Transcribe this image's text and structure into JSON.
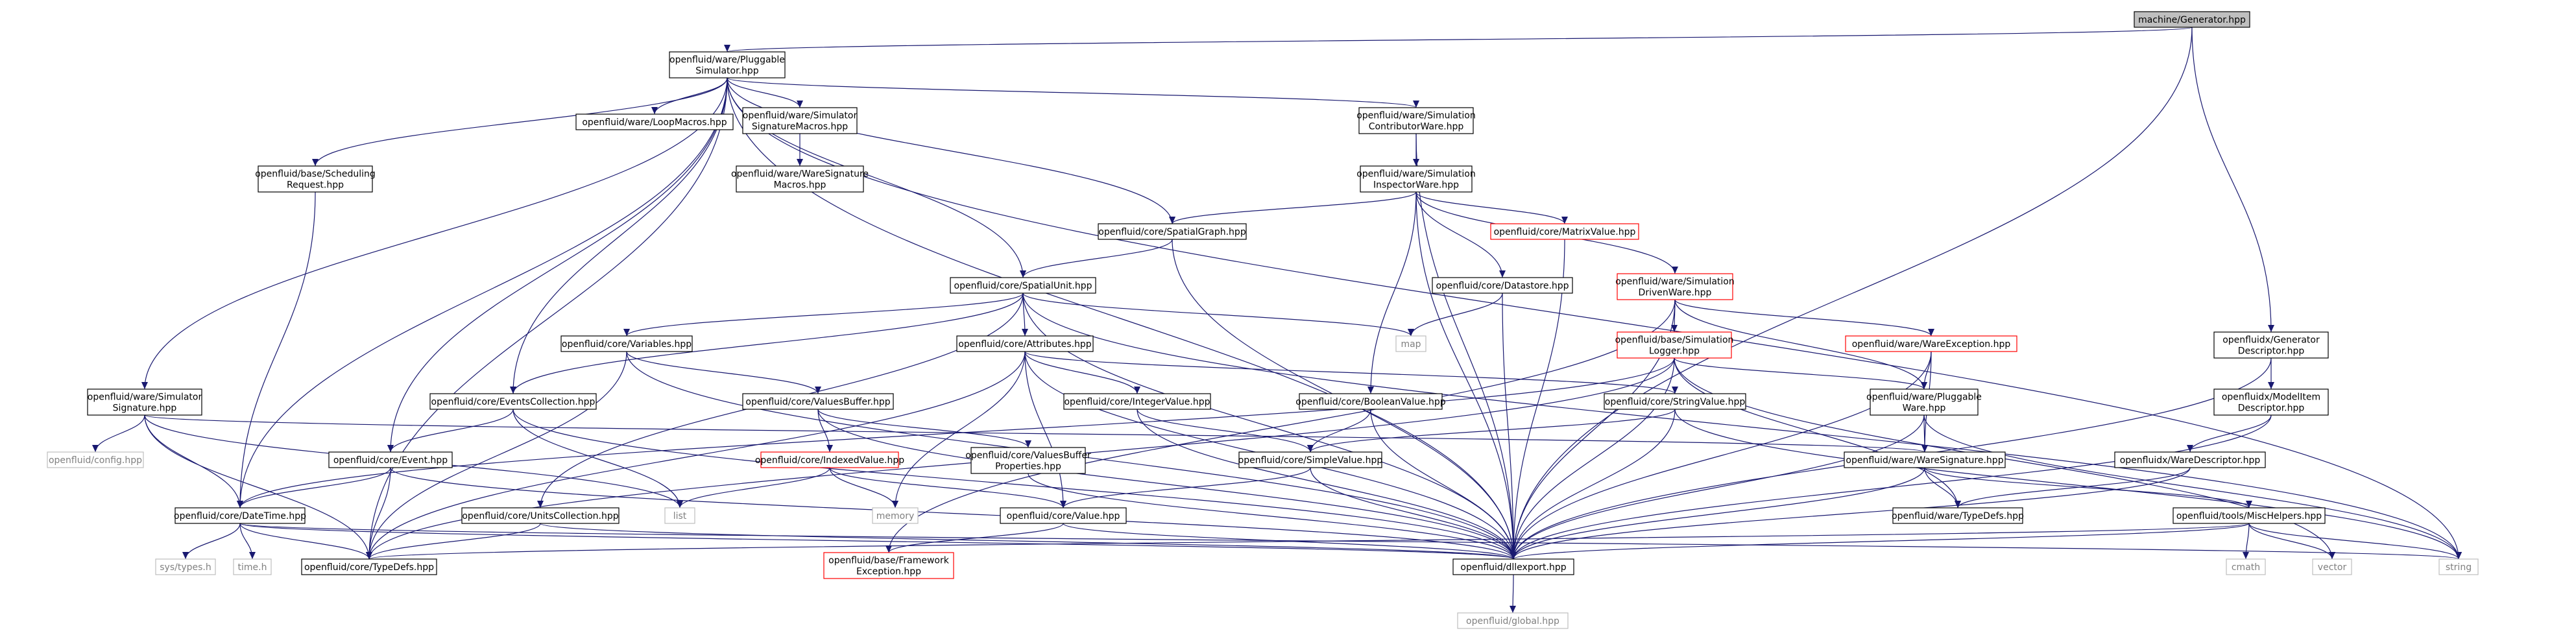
{
  "title": "",
  "nodes": [
    {
      "id": "gen",
      "lines": [
        "machine/Generator.hpp"
      ],
      "style": "root"
    },
    {
      "id": "plug",
      "lines": [
        "openfluid/ware/Pluggable",
        "Simulator.hpp"
      ],
      "style": "normal"
    },
    {
      "id": "loopmacros",
      "lines": [
        "openfluid/ware/LoopMacros.hpp"
      ],
      "style": "normal"
    },
    {
      "id": "simsigmacros",
      "lines": [
        "openfluid/ware/Simulator",
        "SignatureMacros.hpp"
      ],
      "style": "normal"
    },
    {
      "id": "waresigmacros",
      "lines": [
        "openfluid/ware/WareSignature",
        "Macros.hpp"
      ],
      "style": "normal"
    },
    {
      "id": "contrib",
      "lines": [
        "openfluid/ware/Simulation",
        "ContributorWare.hpp"
      ],
      "style": "normal"
    },
    {
      "id": "inspector",
      "lines": [
        "openfluid/ware/Simulation",
        "InspectorWare.hpp"
      ],
      "style": "normal"
    },
    {
      "id": "schedreq",
      "lines": [
        "openfluid/base/Scheduling",
        "Request.hpp"
      ],
      "style": "normal"
    },
    {
      "id": "spgraph",
      "lines": [
        "openfluid/core/SpatialGraph.hpp"
      ],
      "style": "normal"
    },
    {
      "id": "matrix",
      "lines": [
        "openfluid/core/MatrixValue.hpp"
      ],
      "style": "red"
    },
    {
      "id": "datastore",
      "lines": [
        "openfluid/core/Datastore.hpp"
      ],
      "style": "normal"
    },
    {
      "id": "driven",
      "lines": [
        "openfluid/ware/Simulation",
        "DrivenWare.hpp"
      ],
      "style": "red"
    },
    {
      "id": "spunit",
      "lines": [
        "openfluid/core/SpatialUnit.hpp"
      ],
      "style": "normal"
    },
    {
      "id": "map",
      "lines": [
        "map"
      ],
      "style": "gray"
    },
    {
      "id": "variables",
      "lines": [
        "openfluid/core/Variables.hpp"
      ],
      "style": "normal"
    },
    {
      "id": "attributes",
      "lines": [
        "openfluid/core/Attributes.hpp"
      ],
      "style": "normal"
    },
    {
      "id": "simlogger",
      "lines": [
        "openfluid/base/Simulation",
        "Logger.hpp"
      ],
      "style": "red"
    },
    {
      "id": "wareexc",
      "lines": [
        "openfluid/ware/WareException.hpp"
      ],
      "style": "red"
    },
    {
      "id": "gendesc",
      "lines": [
        "openfluidx/Generator",
        "Descriptor.hpp"
      ],
      "style": "normal"
    },
    {
      "id": "simsig",
      "lines": [
        "openfluid/ware/Simulator",
        "Signature.hpp"
      ],
      "style": "normal"
    },
    {
      "id": "eventscoll",
      "lines": [
        "openfluid/core/EventsCollection.hpp"
      ],
      "style": "normal"
    },
    {
      "id": "valuesbuf",
      "lines": [
        "openfluid/core/ValuesBuffer.hpp"
      ],
      "style": "normal"
    },
    {
      "id": "integer",
      "lines": [
        "openfluid/core/IntegerValue.hpp"
      ],
      "style": "normal"
    },
    {
      "id": "boolean",
      "lines": [
        "openfluid/core/BooleanValue.hpp"
      ],
      "style": "normal"
    },
    {
      "id": "string",
      "lines": [
        "openfluid/core/StringValue.hpp"
      ],
      "style": "normal"
    },
    {
      "id": "plugware",
      "lines": [
        "openfluid/ware/Pluggable",
        "Ware.hpp"
      ],
      "style": "normal"
    },
    {
      "id": "modelitem",
      "lines": [
        "openfluidx/ModelItem",
        "Descriptor.hpp"
      ],
      "style": "normal"
    },
    {
      "id": "configh",
      "lines": [
        "openfluid/config.hpp"
      ],
      "style": "gray"
    },
    {
      "id": "event",
      "lines": [
        "openfluid/core/Event.hpp"
      ],
      "style": "normal"
    },
    {
      "id": "indexed",
      "lines": [
        "openfluid/core/IndexedValue.hpp"
      ],
      "style": "red"
    },
    {
      "id": "vbprops",
      "lines": [
        "openfluid/core/ValuesBuffer",
        "Properties.hpp"
      ],
      "style": "normal"
    },
    {
      "id": "simple",
      "lines": [
        "openfluid/core/SimpleValue.hpp"
      ],
      "style": "normal"
    },
    {
      "id": "waresig",
      "lines": [
        "openfluid/ware/WareSignature.hpp"
      ],
      "style": "normal"
    },
    {
      "id": "waredesc",
      "lines": [
        "openfluidx/WareDescriptor.hpp"
      ],
      "style": "normal"
    },
    {
      "id": "list",
      "lines": [
        "list"
      ],
      "style": "gray"
    },
    {
      "id": "memory",
      "lines": [
        "memory"
      ],
      "style": "gray"
    },
    {
      "id": "datetime",
      "lines": [
        "openfluid/core/DateTime.hpp"
      ],
      "style": "normal"
    },
    {
      "id": "unitscoll",
      "lines": [
        "openfluid/core/UnitsCollection.hpp"
      ],
      "style": "normal"
    },
    {
      "id": "value",
      "lines": [
        "openfluid/core/Value.hpp"
      ],
      "style": "normal"
    },
    {
      "id": "waretypedefs",
      "lines": [
        "openfluid/ware/TypeDefs.hpp"
      ],
      "style": "normal"
    },
    {
      "id": "mischelpers",
      "lines": [
        "openfluid/tools/MiscHelpers.hpp"
      ],
      "style": "normal"
    },
    {
      "id": "systypes",
      "lines": [
        "sys/types.h"
      ],
      "style": "gray"
    },
    {
      "id": "timeh",
      "lines": [
        "time.h"
      ],
      "style": "gray"
    },
    {
      "id": "coretypedefs",
      "lines": [
        "openfluid/core/TypeDefs.hpp"
      ],
      "style": "normal"
    },
    {
      "id": "frameexc",
      "lines": [
        "openfluid/base/Framework",
        "Exception.hpp"
      ],
      "style": "red"
    },
    {
      "id": "dllexport",
      "lines": [
        "openfluid/dllexport.hpp"
      ],
      "style": "normal"
    },
    {
      "id": "cmath",
      "lines": [
        "cmath"
      ],
      "style": "gray"
    },
    {
      "id": "vector",
      "lines": [
        "vector"
      ],
      "style": "gray"
    },
    {
      "id": "stringh",
      "lines": [
        "string"
      ],
      "style": "gray"
    },
    {
      "id": "global",
      "lines": [
        "openfluid/global.hpp"
      ],
      "style": "gray"
    }
  ],
  "edges": [
    [
      "gen",
      "plug"
    ],
    [
      "gen",
      "gendesc"
    ],
    [
      "gen",
      "dllexport"
    ],
    [
      "plug",
      "loopmacros"
    ],
    [
      "plug",
      "simsigmacros"
    ],
    [
      "plug",
      "contrib"
    ],
    [
      "plug",
      "schedreq"
    ],
    [
      "plug",
      "spgraph"
    ],
    [
      "plug",
      "spunit"
    ],
    [
      "plug",
      "simsig"
    ],
    [
      "plug",
      "eventscoll"
    ],
    [
      "plug",
      "event"
    ],
    [
      "plug",
      "datetime"
    ],
    [
      "plug",
      "coretypedefs"
    ],
    [
      "plug",
      "dllexport"
    ],
    [
      "plug",
      "stringh"
    ],
    [
      "simsigmacros",
      "waresigmacros"
    ],
    [
      "contrib",
      "inspector"
    ],
    [
      "contrib",
      "dllexport"
    ],
    [
      "inspector",
      "spgraph"
    ],
    [
      "inspector",
      "matrix"
    ],
    [
      "inspector",
      "datastore"
    ],
    [
      "inspector",
      "driven"
    ],
    [
      "inspector",
      "boolean"
    ],
    [
      "inspector",
      "dllexport"
    ],
    [
      "schedreq",
      "datetime"
    ],
    [
      "spgraph",
      "spunit"
    ],
    [
      "spgraph",
      "dllexport"
    ],
    [
      "matrix",
      "dllexport"
    ],
    [
      "datastore",
      "map"
    ],
    [
      "datastore",
      "dllexport"
    ],
    [
      "driven",
      "simlogger"
    ],
    [
      "driven",
      "wareexc"
    ],
    [
      "driven",
      "plugware"
    ],
    [
      "driven",
      "dllexport"
    ],
    [
      "driven",
      "frameexc"
    ],
    [
      "spunit",
      "map"
    ],
    [
      "spunit",
      "variables"
    ],
    [
      "spunit",
      "attributes"
    ],
    [
      "spunit",
      "eventscoll"
    ],
    [
      "spunit",
      "unitscoll"
    ],
    [
      "spunit",
      "dllexport"
    ],
    [
      "spunit",
      "stringh"
    ],
    [
      "variables",
      "valuesbuf"
    ],
    [
      "variables",
      "coretypedefs"
    ],
    [
      "variables",
      "dllexport"
    ],
    [
      "attributes",
      "integer"
    ],
    [
      "attributes",
      "string"
    ],
    [
      "attributes",
      "memory"
    ],
    [
      "attributes",
      "value"
    ],
    [
      "attributes",
      "coretypedefs"
    ],
    [
      "attributes",
      "dllexport"
    ],
    [
      "simlogger",
      "datetime"
    ],
    [
      "simlogger",
      "plugware"
    ],
    [
      "simlogger",
      "waretypedefs"
    ],
    [
      "simlogger",
      "coretypedefs"
    ],
    [
      "simlogger",
      "dllexport"
    ],
    [
      "simlogger",
      "vector"
    ],
    [
      "wareexc",
      "plugware"
    ],
    [
      "wareexc",
      "waresig"
    ],
    [
      "wareexc",
      "dllexport"
    ],
    [
      "gendesc",
      "modelitem"
    ],
    [
      "gendesc",
      "dllexport"
    ],
    [
      "simsig",
      "configh"
    ],
    [
      "simsig",
      "datetime"
    ],
    [
      "simsig",
      "waresig"
    ],
    [
      "simsig",
      "coretypedefs"
    ],
    [
      "simsig",
      "list"
    ],
    [
      "eventscoll",
      "event"
    ],
    [
      "eventscoll",
      "list"
    ],
    [
      "eventscoll",
      "dllexport"
    ],
    [
      "valuesbuf",
      "indexed"
    ],
    [
      "valuesbuf",
      "vbprops"
    ],
    [
      "valuesbuf",
      "dllexport"
    ],
    [
      "integer",
      "simple"
    ],
    [
      "integer",
      "dllexport"
    ],
    [
      "boolean",
      "simple"
    ],
    [
      "boolean",
      "dllexport"
    ],
    [
      "string",
      "simple"
    ],
    [
      "string",
      "dllexport"
    ],
    [
      "string",
      "stringh"
    ],
    [
      "plugware",
      "waresig"
    ],
    [
      "plugware",
      "dllexport"
    ],
    [
      "plugware",
      "stringh"
    ],
    [
      "modelitem",
      "waredesc"
    ],
    [
      "modelitem",
      "dllexport"
    ],
    [
      "event",
      "datetime"
    ],
    [
      "event",
      "coretypedefs"
    ],
    [
      "event",
      "dllexport"
    ],
    [
      "indexed",
      "value"
    ],
    [
      "indexed",
      "list"
    ],
    [
      "indexed",
      "memory"
    ],
    [
      "vbprops",
      "dllexport"
    ],
    [
      "simple",
      "value"
    ],
    [
      "simple",
      "dllexport"
    ],
    [
      "waresig",
      "waretypedefs"
    ],
    [
      "waresig",
      "mischelpers"
    ],
    [
      "waresig",
      "dllexport"
    ],
    [
      "waredesc",
      "waretypedefs"
    ],
    [
      "waredesc",
      "dllexport"
    ],
    [
      "datetime",
      "systypes"
    ],
    [
      "datetime",
      "timeh"
    ],
    [
      "datetime",
      "coretypedefs"
    ],
    [
      "datetime",
      "dllexport"
    ],
    [
      "datetime",
      "stringh"
    ],
    [
      "unitscoll",
      "coretypedefs"
    ],
    [
      "unitscoll",
      "dllexport"
    ],
    [
      "value",
      "frameexc"
    ],
    [
      "value",
      "dllexport"
    ],
    [
      "mischelpers",
      "coretypedefs"
    ],
    [
      "mischelpers",
      "dllexport"
    ],
    [
      "mischelpers",
      "cmath"
    ],
    [
      "mischelpers",
      "vector"
    ],
    [
      "mischelpers",
      "stringh"
    ],
    [
      "dllexport",
      "global"
    ]
  ],
  "colors": {
    "edge": "#191970",
    "node_border": "#000000",
    "red_border": "#ff0000",
    "gray_border": "#bfbfbf",
    "gray_text": "#808080",
    "root_fill": "#bfbfbf",
    "fill": "#ffffff",
    "text": "#000000"
  }
}
